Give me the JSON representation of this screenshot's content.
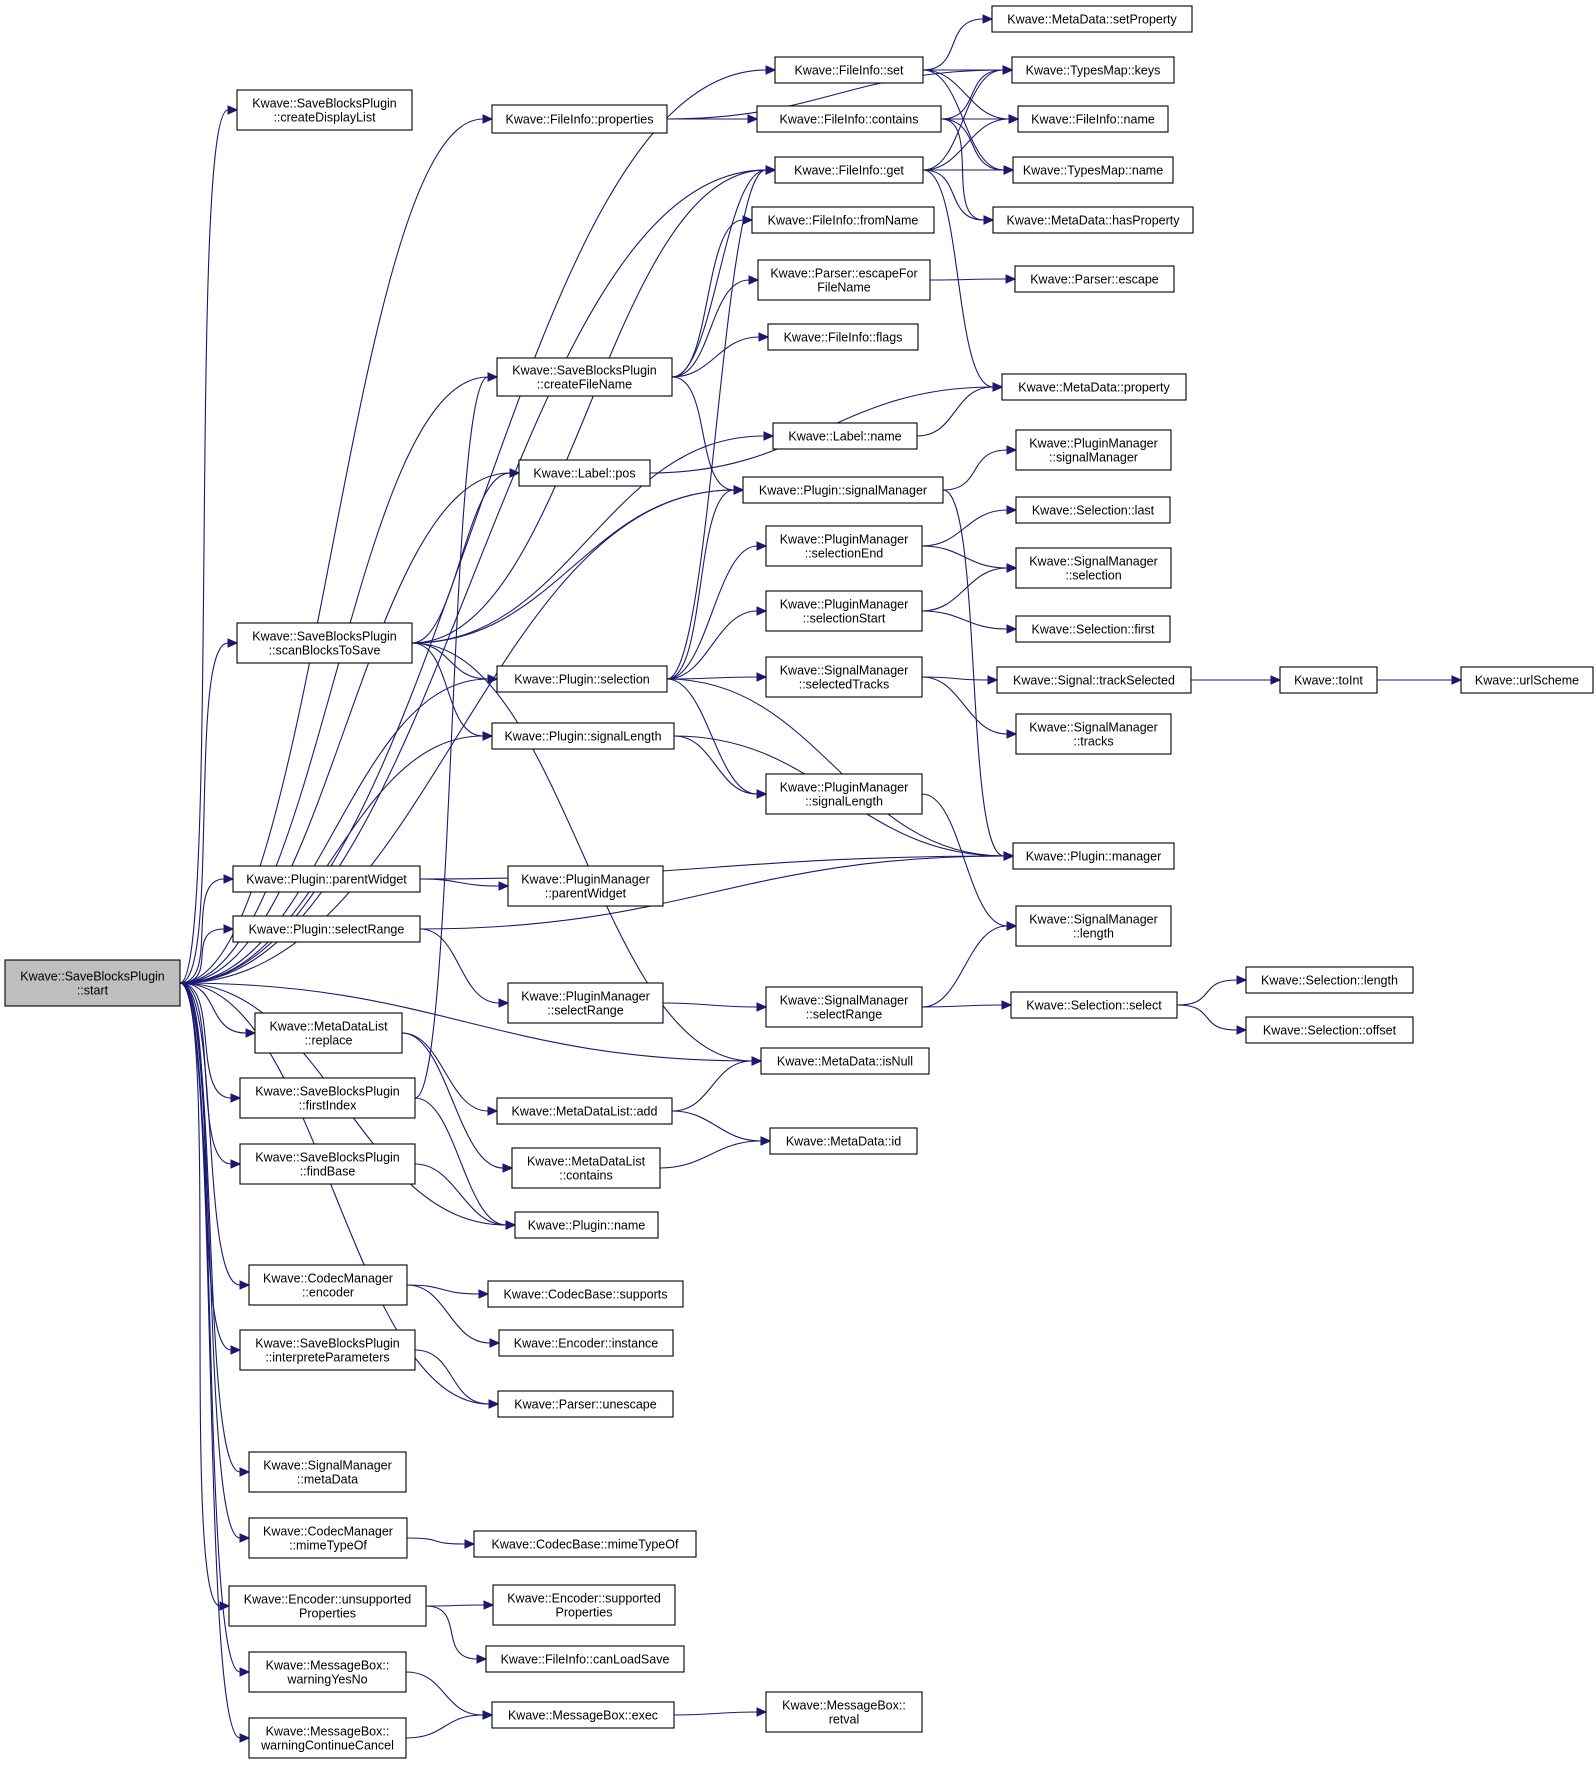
{
  "graph": {
    "root": "start",
    "nodes": [
      {
        "id": "start",
        "lines": [
          "Kwave::SaveBlocksPlugin",
          "::start"
        ]
      },
      {
        "id": "createDisplayList",
        "lines": [
          "Kwave::SaveBlocksPlugin",
          "::createDisplayList"
        ]
      },
      {
        "id": "fi_properties",
        "lines": [
          "Kwave::FileInfo::properties"
        ]
      },
      {
        "id": "fi_set",
        "lines": [
          "Kwave::FileInfo::set"
        ]
      },
      {
        "id": "md_setProperty",
        "lines": [
          "Kwave::MetaData::setProperty"
        ]
      },
      {
        "id": "tm_keys",
        "lines": [
          "Kwave::TypesMap::keys"
        ]
      },
      {
        "id": "fi_contains",
        "lines": [
          "Kwave::FileInfo::contains"
        ]
      },
      {
        "id": "fi_name",
        "lines": [
          "Kwave::FileInfo::name"
        ]
      },
      {
        "id": "fi_get",
        "lines": [
          "Kwave::FileInfo::get"
        ]
      },
      {
        "id": "tm_name",
        "lines": [
          "Kwave::TypesMap::name"
        ]
      },
      {
        "id": "md_hasProperty",
        "lines": [
          "Kwave::MetaData::hasProperty"
        ]
      },
      {
        "id": "fi_fromName",
        "lines": [
          "Kwave::FileInfo::fromName"
        ]
      },
      {
        "id": "parser_escapeFor",
        "lines": [
          "Kwave::Parser::escapeFor",
          "FileName"
        ]
      },
      {
        "id": "parser_escape",
        "lines": [
          "Kwave::Parser::escape"
        ]
      },
      {
        "id": "fi_flags",
        "lines": [
          "Kwave::FileInfo::flags"
        ]
      },
      {
        "id": "createFileName",
        "lines": [
          "Kwave::SaveBlocksPlugin",
          "::createFileName"
        ]
      },
      {
        "id": "md_property",
        "lines": [
          "Kwave::MetaData::property"
        ]
      },
      {
        "id": "label_name",
        "lines": [
          "Kwave::Label::name"
        ]
      },
      {
        "id": "label_pos",
        "lines": [
          "Kwave::Label::pos"
        ]
      },
      {
        "id": "pm_signalManager",
        "lines": [
          "Kwave::PluginManager",
          "::signalManager"
        ]
      },
      {
        "id": "plugin_signalManager",
        "lines": [
          "Kwave::Plugin::signalManager"
        ]
      },
      {
        "id": "sel_last",
        "lines": [
          "Kwave::Selection::last"
        ]
      },
      {
        "id": "pm_selectionEnd",
        "lines": [
          "Kwave::PluginManager",
          "::selectionEnd"
        ]
      },
      {
        "id": "sm_selection",
        "lines": [
          "Kwave::SignalManager",
          "::selection"
        ]
      },
      {
        "id": "scanBlocksToSave",
        "lines": [
          "Kwave::SaveBlocksPlugin",
          "::scanBlocksToSave"
        ]
      },
      {
        "id": "pm_selectionStart",
        "lines": [
          "Kwave::PluginManager",
          "::selectionStart"
        ]
      },
      {
        "id": "sel_first",
        "lines": [
          "Kwave::Selection::first"
        ]
      },
      {
        "id": "plugin_selection",
        "lines": [
          "Kwave::Plugin::selection"
        ]
      },
      {
        "id": "sm_selectedTracks",
        "lines": [
          "Kwave::SignalManager",
          "::selectedTracks"
        ]
      },
      {
        "id": "signal_trackSelected",
        "lines": [
          "Kwave::Signal::trackSelected"
        ]
      },
      {
        "id": "toInt",
        "lines": [
          "Kwave::toInt"
        ]
      },
      {
        "id": "urlScheme",
        "lines": [
          "Kwave::urlScheme"
        ]
      },
      {
        "id": "plugin_signalLength",
        "lines": [
          "Kwave::Plugin::signalLength"
        ]
      },
      {
        "id": "sm_tracks",
        "lines": [
          "Kwave::SignalManager",
          "::tracks"
        ]
      },
      {
        "id": "pm_signalLength",
        "lines": [
          "Kwave::PluginManager",
          "::signalLength"
        ]
      },
      {
        "id": "plugin_manager",
        "lines": [
          "Kwave::Plugin::manager"
        ]
      },
      {
        "id": "plugin_parentWidget",
        "lines": [
          "Kwave::Plugin::parentWidget"
        ]
      },
      {
        "id": "pm_parentWidget",
        "lines": [
          "Kwave::PluginManager",
          "::parentWidget"
        ]
      },
      {
        "id": "plugin_selectRange",
        "lines": [
          "Kwave::Plugin::selectRange"
        ]
      },
      {
        "id": "sm_length",
        "lines": [
          "Kwave::SignalManager",
          "::length"
        ]
      },
      {
        "id": "sel_length",
        "lines": [
          "Kwave::Selection::length"
        ]
      },
      {
        "id": "pm_selectRange",
        "lines": [
          "Kwave::PluginManager",
          "::selectRange"
        ]
      },
      {
        "id": "sm_selectRange",
        "lines": [
          "Kwave::SignalManager",
          "::selectRange"
        ]
      },
      {
        "id": "sel_select",
        "lines": [
          "Kwave::Selection::select"
        ]
      },
      {
        "id": "sel_offset",
        "lines": [
          "Kwave::Selection::offset"
        ]
      },
      {
        "id": "mdl_replace",
        "lines": [
          "Kwave::MetaDataList",
          "::replace"
        ]
      },
      {
        "id": "md_isNull",
        "lines": [
          "Kwave::MetaData::isNull"
        ]
      },
      {
        "id": "firstIndex",
        "lines": [
          "Kwave::SaveBlocksPlugin",
          "::firstIndex"
        ]
      },
      {
        "id": "mdl_add",
        "lines": [
          "Kwave::MetaDataList::add"
        ]
      },
      {
        "id": "md_id",
        "lines": [
          "Kwave::MetaData::id"
        ]
      },
      {
        "id": "mdl_contains",
        "lines": [
          "Kwave::MetaDataList",
          "::contains"
        ]
      },
      {
        "id": "findBase",
        "lines": [
          "Kwave::SaveBlocksPlugin",
          "::findBase"
        ]
      },
      {
        "id": "plugin_name",
        "lines": [
          "Kwave::Plugin::name"
        ]
      },
      {
        "id": "cm_encoder",
        "lines": [
          "Kwave::CodecManager",
          "::encoder"
        ]
      },
      {
        "id": "cb_supports",
        "lines": [
          "Kwave::CodecBase::supports"
        ]
      },
      {
        "id": "enc_instance",
        "lines": [
          "Kwave::Encoder::instance"
        ]
      },
      {
        "id": "interpreteParameters",
        "lines": [
          "Kwave::SaveBlocksPlugin",
          "::interpreteParameters"
        ]
      },
      {
        "id": "parser_unescape",
        "lines": [
          "Kwave::Parser::unescape"
        ]
      },
      {
        "id": "sm_metaData",
        "lines": [
          "Kwave::SignalManager",
          "::metaData"
        ]
      },
      {
        "id": "cm_mimeTypeOf",
        "lines": [
          "Kwave::CodecManager",
          "::mimeTypeOf"
        ]
      },
      {
        "id": "cb_mimeTypeOf",
        "lines": [
          "Kwave::CodecBase::mimeTypeOf"
        ]
      },
      {
        "id": "enc_unsupported",
        "lines": [
          "Kwave::Encoder::unsupported",
          "Properties"
        ]
      },
      {
        "id": "enc_supported",
        "lines": [
          "Kwave::Encoder::supported",
          "Properties"
        ]
      },
      {
        "id": "fi_canLoadSave",
        "lines": [
          "Kwave::FileInfo::canLoadSave"
        ]
      },
      {
        "id": "mb_warningYesNo",
        "lines": [
          "Kwave::MessageBox::",
          "warningYesNo"
        ]
      },
      {
        "id": "mb_exec",
        "lines": [
          "Kwave::MessageBox::exec"
        ]
      },
      {
        "id": "mb_retval",
        "lines": [
          "Kwave::MessageBox::",
          "retval"
        ]
      },
      {
        "id": "mb_warningContinueCancel",
        "lines": [
          "Kwave::MessageBox::",
          "warningContinueCancel"
        ]
      }
    ],
    "edges": [
      [
        "start",
        "createDisplayList"
      ],
      [
        "start",
        "fi_properties"
      ],
      [
        "start",
        "fi_set"
      ],
      [
        "start",
        "fi_get"
      ],
      [
        "start",
        "createFileName"
      ],
      [
        "start",
        "label_pos"
      ],
      [
        "start",
        "plugin_signalManager"
      ],
      [
        "start",
        "scanBlocksToSave"
      ],
      [
        "start",
        "plugin_selection"
      ],
      [
        "start",
        "plugin_signalLength"
      ],
      [
        "start",
        "plugin_parentWidget"
      ],
      [
        "start",
        "plugin_selectRange"
      ],
      [
        "start",
        "md_isNull"
      ],
      [
        "start",
        "mdl_replace"
      ],
      [
        "start",
        "firstIndex"
      ],
      [
        "start",
        "findBase"
      ],
      [
        "start",
        "plugin_name"
      ],
      [
        "start",
        "cm_encoder"
      ],
      [
        "start",
        "interpreteParameters"
      ],
      [
        "start",
        "parser_unescape"
      ],
      [
        "start",
        "sm_metaData"
      ],
      [
        "start",
        "cm_mimeTypeOf"
      ],
      [
        "start",
        "enc_unsupported"
      ],
      [
        "start",
        "mb_warningYesNo"
      ],
      [
        "start",
        "mb_warningContinueCancel"
      ],
      [
        "fi_properties",
        "tm_keys"
      ],
      [
        "fi_properties",
        "fi_contains"
      ],
      [
        "fi_set",
        "md_setProperty"
      ],
      [
        "fi_set",
        "tm_keys"
      ],
      [
        "fi_set",
        "fi_name"
      ],
      [
        "fi_set",
        "tm_name"
      ],
      [
        "fi_contains",
        "tm_keys"
      ],
      [
        "fi_contains",
        "fi_name"
      ],
      [
        "fi_contains",
        "tm_name"
      ],
      [
        "fi_contains",
        "md_hasProperty"
      ],
      [
        "fi_get",
        "tm_keys"
      ],
      [
        "fi_get",
        "fi_name"
      ],
      [
        "fi_get",
        "tm_name"
      ],
      [
        "fi_get",
        "md_hasProperty"
      ],
      [
        "fi_get",
        "md_property"
      ],
      [
        "parser_escapeFor",
        "parser_escape"
      ],
      [
        "createFileName",
        "fi_get"
      ],
      [
        "createFileName",
        "fi_fromName"
      ],
      [
        "createFileName",
        "parser_escapeFor"
      ],
      [
        "createFileName",
        "fi_flags"
      ],
      [
        "createFileName",
        "plugin_signalManager"
      ],
      [
        "label_name",
        "md_property"
      ],
      [
        "label_pos",
        "md_property"
      ],
      [
        "plugin_signalManager",
        "pm_signalManager"
      ],
      [
        "plugin_signalManager",
        "plugin_manager"
      ],
      [
        "pm_selectionEnd",
        "sel_last"
      ],
      [
        "pm_selectionEnd",
        "sm_selection"
      ],
      [
        "pm_selectionStart",
        "sm_selection"
      ],
      [
        "pm_selectionStart",
        "sel_first"
      ],
      [
        "scanBlocksToSave",
        "fi_get"
      ],
      [
        "scanBlocksToSave",
        "label_pos"
      ],
      [
        "scanBlocksToSave",
        "label_name"
      ],
      [
        "scanBlocksToSave",
        "plugin_signalManager"
      ],
      [
        "scanBlocksToSave",
        "plugin_selection"
      ],
      [
        "scanBlocksToSave",
        "plugin_signalLength"
      ],
      [
        "scanBlocksToSave",
        "md_isNull"
      ],
      [
        "plugin_selection",
        "fi_get"
      ],
      [
        "plugin_selection",
        "plugin_signalManager"
      ],
      [
        "plugin_selection",
        "pm_selectionEnd"
      ],
      [
        "plugin_selection",
        "pm_selectionStart"
      ],
      [
        "plugin_selection",
        "sm_selectedTracks"
      ],
      [
        "plugin_selection",
        "pm_signalLength"
      ],
      [
        "plugin_selection",
        "plugin_manager"
      ],
      [
        "sm_selectedTracks",
        "signal_trackSelected"
      ],
      [
        "sm_selectedTracks",
        "sm_tracks"
      ],
      [
        "signal_trackSelected",
        "toInt"
      ],
      [
        "toInt",
        "urlScheme"
      ],
      [
        "plugin_signalLength",
        "pm_signalLength"
      ],
      [
        "plugin_signalLength",
        "plugin_manager"
      ],
      [
        "pm_signalLength",
        "sm_length"
      ],
      [
        "plugin_parentWidget",
        "plugin_manager"
      ],
      [
        "plugin_parentWidget",
        "pm_parentWidget"
      ],
      [
        "plugin_selectRange",
        "plugin_manager"
      ],
      [
        "plugin_selectRange",
        "pm_selectRange"
      ],
      [
        "pm_selectRange",
        "sm_selectRange"
      ],
      [
        "sm_selectRange",
        "sm_length"
      ],
      [
        "sm_selectRange",
        "sel_select"
      ],
      [
        "sel_select",
        "sel_length"
      ],
      [
        "sel_select",
        "sel_offset"
      ],
      [
        "mdl_replace",
        "mdl_add"
      ],
      [
        "mdl_replace",
        "mdl_contains"
      ],
      [
        "mdl_add",
        "md_isNull"
      ],
      [
        "mdl_add",
        "md_id"
      ],
      [
        "mdl_contains",
        "md_id"
      ],
      [
        "firstIndex",
        "createFileName"
      ],
      [
        "firstIndex",
        "plugin_name"
      ],
      [
        "findBase",
        "plugin_name"
      ],
      [
        "cm_encoder",
        "cb_supports"
      ],
      [
        "cm_encoder",
        "enc_instance"
      ],
      [
        "interpreteParameters",
        "parser_unescape"
      ],
      [
        "cm_mimeTypeOf",
        "cb_mimeTypeOf"
      ],
      [
        "enc_unsupported",
        "enc_supported"
      ],
      [
        "enc_unsupported",
        "fi_canLoadSave"
      ],
      [
        "mb_warningYesNo",
        "mb_exec"
      ],
      [
        "mb_warningContinueCancel",
        "mb_exec"
      ],
      [
        "mb_exec",
        "mb_retval"
      ]
    ]
  },
  "colors": {
    "edge": "#191970",
    "node_fill": "#ffffff",
    "root_fill": "#bfbfbf",
    "border": "#000000"
  }
}
